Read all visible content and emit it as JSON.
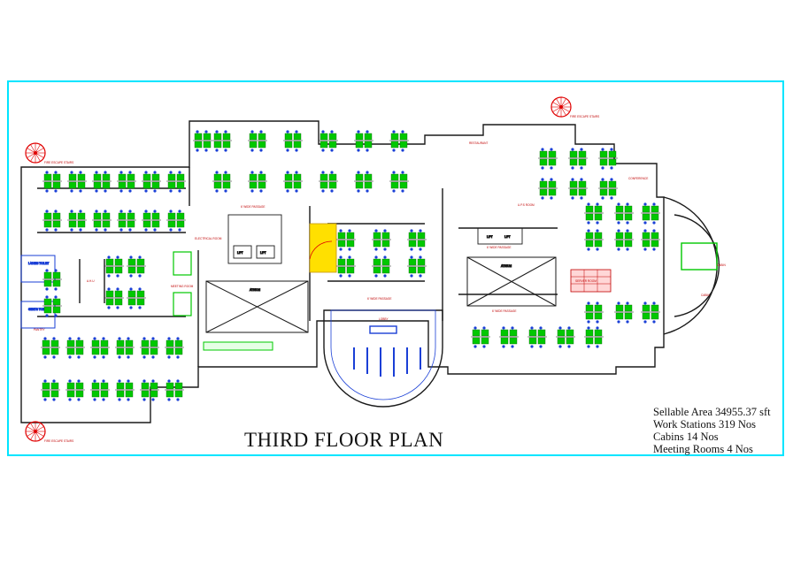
{
  "drawing": {
    "title": "THIRD FLOOR PLAN",
    "stats": [
      "Sellable Area 34955.37 sft",
      "Work Stations 319 Nos",
      "Cabins  14 Nos",
      "Meeting Rooms  4 Nos"
    ],
    "labels": {
      "fire_escape": "FIRE ESCAPE STAIRS",
      "atrium": "ATRIUM",
      "lift": "LIFT",
      "ahu": "A.H.U",
      "cabin": "CABIN",
      "ladies_toilet": "LADIES TOILET",
      "gents_toilet": "GENTS TOILET",
      "pantry": "PANTRY",
      "passage": "6' WIDE PASSAGE",
      "meeting_room": "MEETING ROOM",
      "ups_room": "U.P.S ROOM",
      "electrical_room": "ELECTRICAL ROOM",
      "restaurant": "RESTAURANT",
      "lobby": "LOBBY",
      "server_room": "SERVER ROOM",
      "conference": "CONFERENCE"
    },
    "colors": {
      "frame": "#00e5ff",
      "workstation": "#00c800",
      "chair": "#1a3fd6",
      "wall": "#1a1a1a",
      "label": "#c00000",
      "fire_escape": "#e00000",
      "lobby_floor": "#ffe000"
    }
  }
}
